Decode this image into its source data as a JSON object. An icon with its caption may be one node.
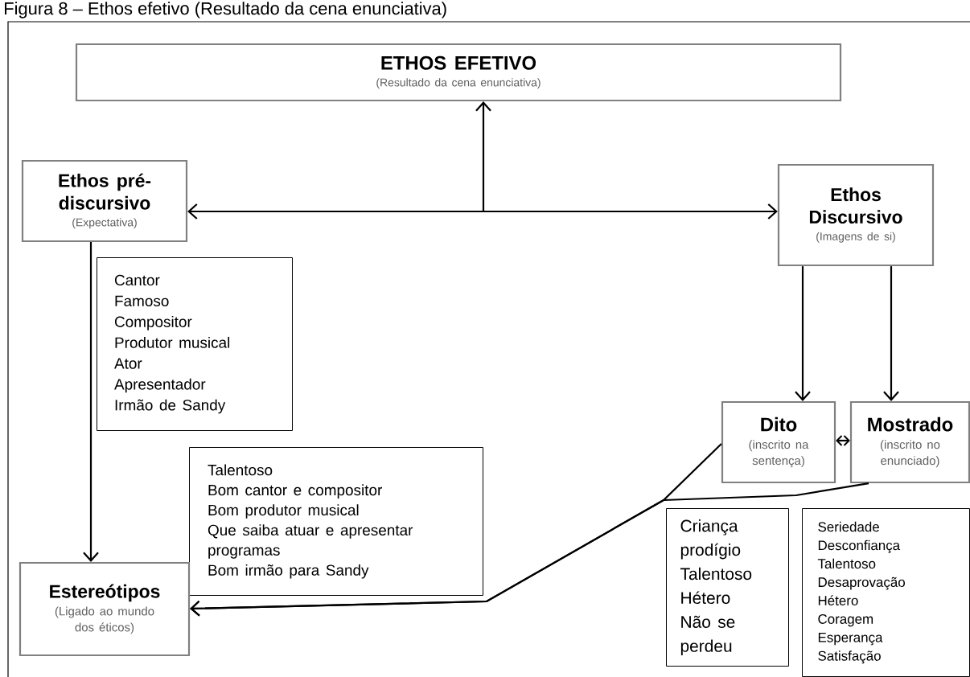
{
  "diagram": {
    "title": "Figura 8 – Ethos efetivo (Resultado da cena enunciativa)",
    "nodes": [
      {
        "text": [
          "ETHOS EFETIVO",
          "(Resultado da cena enunciativa)"
        ]
      },
      {
        "text": [
          "Ethos pré-discursivo",
          "(Expectativa)"
        ]
      },
      {
        "text": [
          "Ethos Discursivo",
          "(Imagens de si)"
        ]
      },
      {
        "text": [
          "Cantor",
          "Famoso",
          "Compositor",
          "Produtor musical",
          "Ator",
          "Apresentador",
          "Irmão de Sandy"
        ]
      },
      {
        "text": [
          "Dito",
          "(inscrito na sentença)"
        ]
      },
      {
        "text": [
          "Mostrado",
          "(inscrito no enunciado)"
        ]
      },
      {
        "text": [
          "Talentoso",
          "Bom cantor e compositor",
          "Bom produtor musical",
          "Que saiba atuar e apresentar programas",
          "Bom irmão para Sandy"
        ]
      },
      {
        "text": [
          "Estereótipos",
          "(Ligado ao mundo dos éticos)"
        ]
      },
      {
        "text": [
          "Criança prodígio",
          "Talentoso",
          "Hétero",
          "Não se perdeu"
        ]
      },
      {
        "text": [
          "Seriedade",
          "Desconfiança",
          "Talentoso",
          "Desaprovação",
          "Hétero",
          "Coragem",
          "Esperança",
          "Satisfação"
        ]
      }
    ],
    "edges": [
      {
        "from": 1,
        "to": 2,
        "arrow": "both"
      },
      {
        "from": null,
        "to": 0,
        "arrow": "to"
      },
      {
        "from": 1,
        "to": 7,
        "arrow": "to"
      },
      {
        "from": 2,
        "to": 4,
        "arrow": "to"
      },
      {
        "from": 2,
        "to": 5,
        "arrow": "to"
      },
      {
        "from": 4,
        "to": 5,
        "arrow": "both"
      },
      {
        "from": 4,
        "to": 7,
        "arrow": "to"
      },
      {
        "from": 5,
        "to": 7,
        "arrow": "to"
      }
    ]
  }
}
